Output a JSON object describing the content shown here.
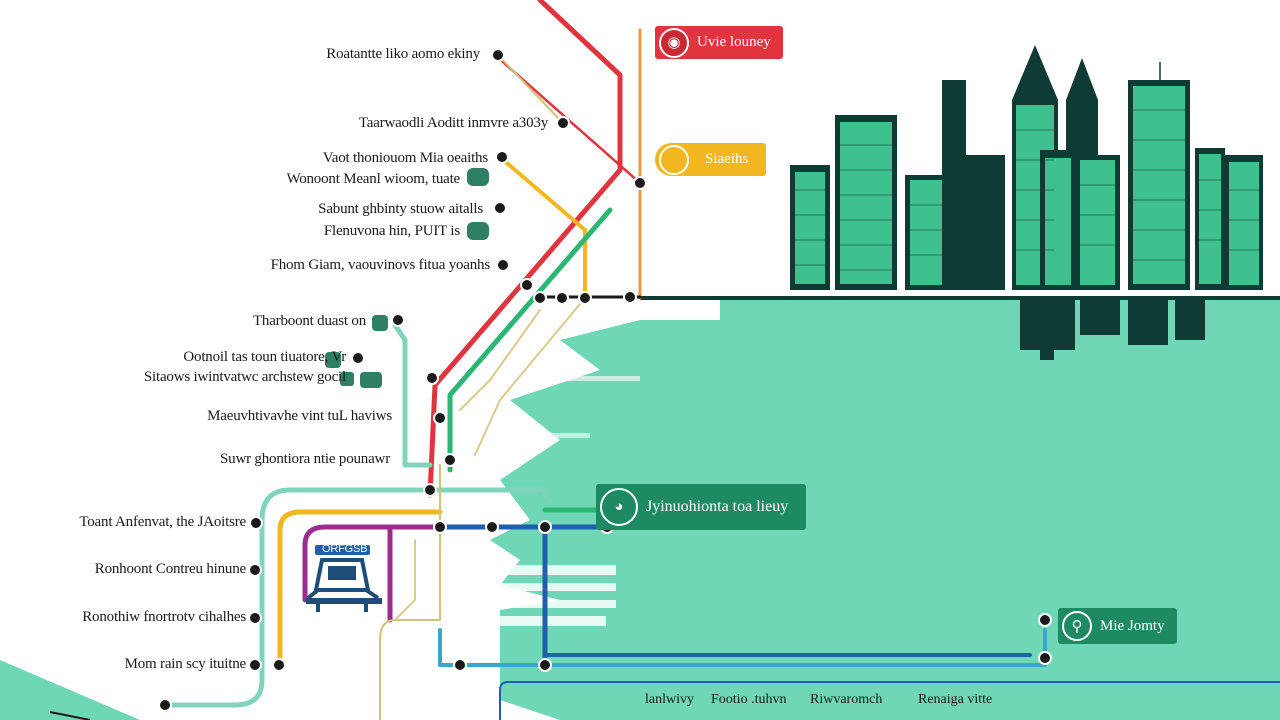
{
  "map": {
    "colors": {
      "red_line": "#e0343f",
      "orange_line": "#e89a3c",
      "yellow_line": "#f2b71f",
      "green_line": "#2bb673",
      "teal_line": "#7fd4bb",
      "blue_line": "#1f5fae",
      "purple_line": "#9b2d8e",
      "cyan_line": "#3aa7c9",
      "water": "#6fd6b6",
      "skyline_dark": "#0f3b35",
      "skyline_accent": "#3ec08f"
    },
    "left_stations": [
      {
        "text": "Roatantte liko aomo ekiny"
      },
      {
        "text": "Taarwaodli Aoditt inmvre a303y"
      },
      {
        "text": "Vaot thoniouom Mia oeaiths"
      },
      {
        "text": "Wonoont Meanl wioom, tuate"
      },
      {
        "text": "Sabunt ghbinty stuow aitalls"
      },
      {
        "text": "Flenuvona hin, PUIT is"
      },
      {
        "text": "Fhom Giam, vaouvinovs fitua yoanhs"
      },
      {
        "text": "Tharboont duast on"
      },
      {
        "text": "Ootnoil tas toun tiuatore, Vr"
      },
      {
        "text": "Sitaows iwintvatwc archstew gocil"
      },
      {
        "text": "Maeuvhtivavhe vint tuL haviws"
      },
      {
        "text": "Suwr ghontiora ntie pounawr"
      },
      {
        "text": "Toant Anfenvat, the JAoitsre"
      },
      {
        "text": "Ronhoont Contreu hinune"
      },
      {
        "text": "Ronothiw fnortrotv cihalhes"
      },
      {
        "text": "Mom rain scy ituitne"
      }
    ],
    "callouts": [
      {
        "text": "Uvie louney",
        "icon": "target-icon"
      },
      {
        "text": "Siaeihs",
        "icon": "dot-icon"
      },
      {
        "text": "Jyinuohionta toa lieuy",
        "icon": "globe-icon"
      },
      {
        "text": "Mie Jomty",
        "icon": "pin-icon"
      }
    ],
    "hub_label": "ORFGSB",
    "bottom_labels": [
      {
        "text": "lanlwivy"
      },
      {
        "text": "Footio .tuhvn"
      },
      {
        "text": "Riwvaromch"
      },
      {
        "text": "Renaiga vitte"
      }
    ]
  }
}
